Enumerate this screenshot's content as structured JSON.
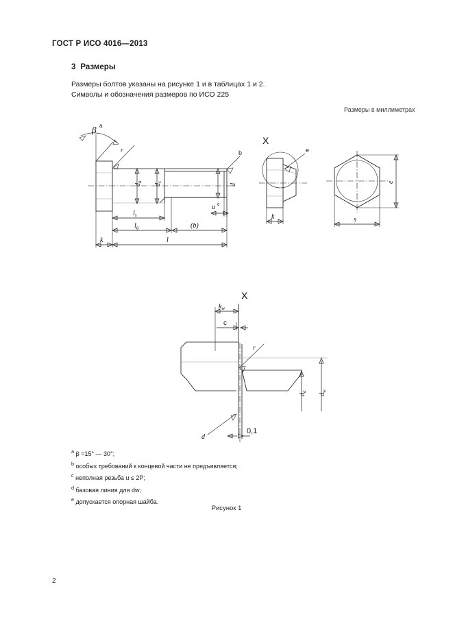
{
  "document": {
    "standard_header": "ГОСТ Р ИСО 4016—2013",
    "page_number": "2"
  },
  "section": {
    "number": "3",
    "title": "Размеры",
    "paragraph_line1": "Размеры болтов указаны на рисунке 1 и в таблицах 1 и 2.",
    "paragraph_line2": "Символы и обозначения размеров по ИСО 225"
  },
  "figure": {
    "units_note": "Размеры в миллиметрах",
    "caption": "Рисунок 1",
    "detail_marker": "X",
    "main_view_labels": {
      "beta": "β",
      "beta_sup": "a",
      "radius": "r",
      "b": "b",
      "d_a": "da",
      "d_s": "ds",
      "d": "d",
      "u": "u",
      "u_sup": "c",
      "l_s": "ls",
      "l_g": "lg",
      "b_paren": "(b)",
      "k": "k",
      "l": "l"
    },
    "head_side_view_labels": {
      "marker": "X",
      "e": "e",
      "k": "k"
    },
    "head_top_view_labels": {
      "e": "e",
      "s": "s"
    },
    "detail_view_labels": {
      "marker": "X",
      "k_w": "kw",
      "c": "c",
      "r": "r",
      "d_a": "da",
      "d_w": "dw",
      "d": "d",
      "tolerance": "0,1"
    }
  },
  "footnotes": [
    {
      "mark": "a",
      "text_prefix": "β =15° — 30°;"
    },
    {
      "mark": "b",
      "text_prefix": "особых требований к концевой части не предъявляется;"
    },
    {
      "mark": "c",
      "text_prefix": "неполная резьба u ≤ 2P;"
    },
    {
      "mark": "d",
      "text_prefix": "базовая линия для dw;"
    },
    {
      "mark": "e",
      "text_prefix": "допускается опорная шайба."
    }
  ],
  "colors": {
    "ink": "#111111",
    "light_line": "#999999",
    "background": "#ffffff"
  }
}
